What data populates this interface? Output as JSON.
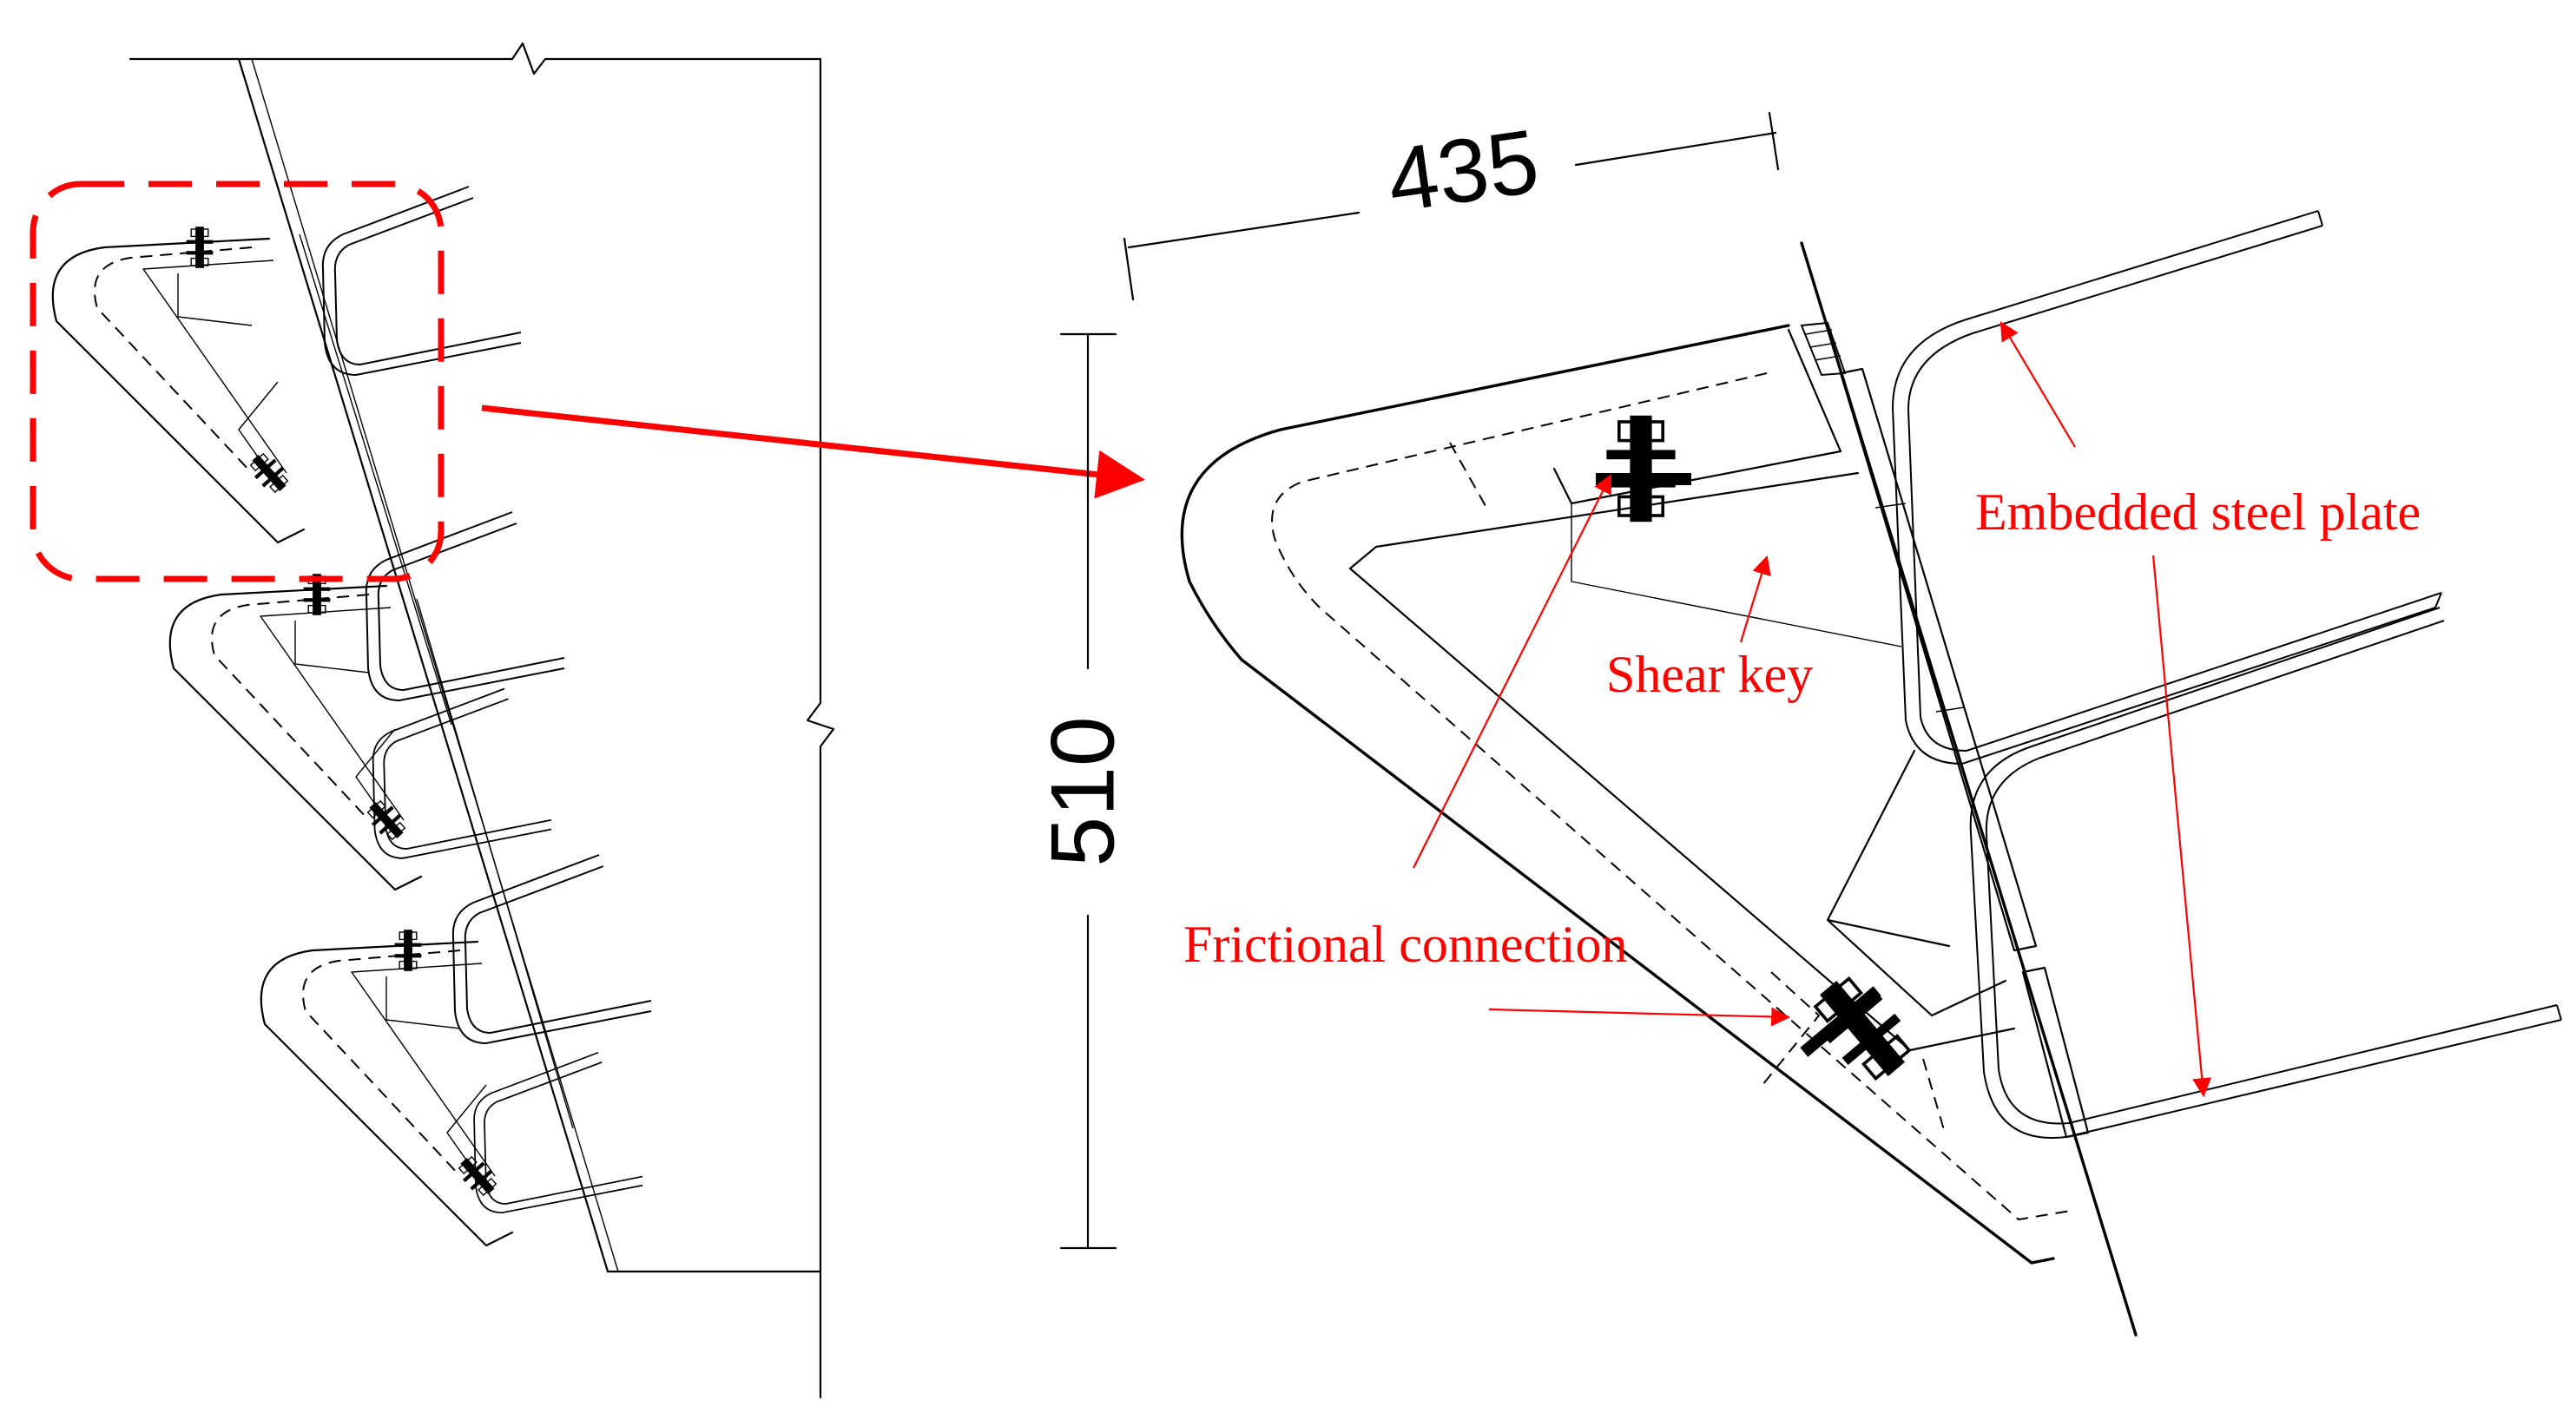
{
  "dimensions": {
    "width_value": "435",
    "height_value": "510"
  },
  "labels": {
    "embedded_steel_plate": "Embedded steel plate",
    "shear_key": "Shear key",
    "frictional_connection": "Frictional connection"
  },
  "colors": {
    "line": "#000000",
    "callout": "#ff0000"
  }
}
